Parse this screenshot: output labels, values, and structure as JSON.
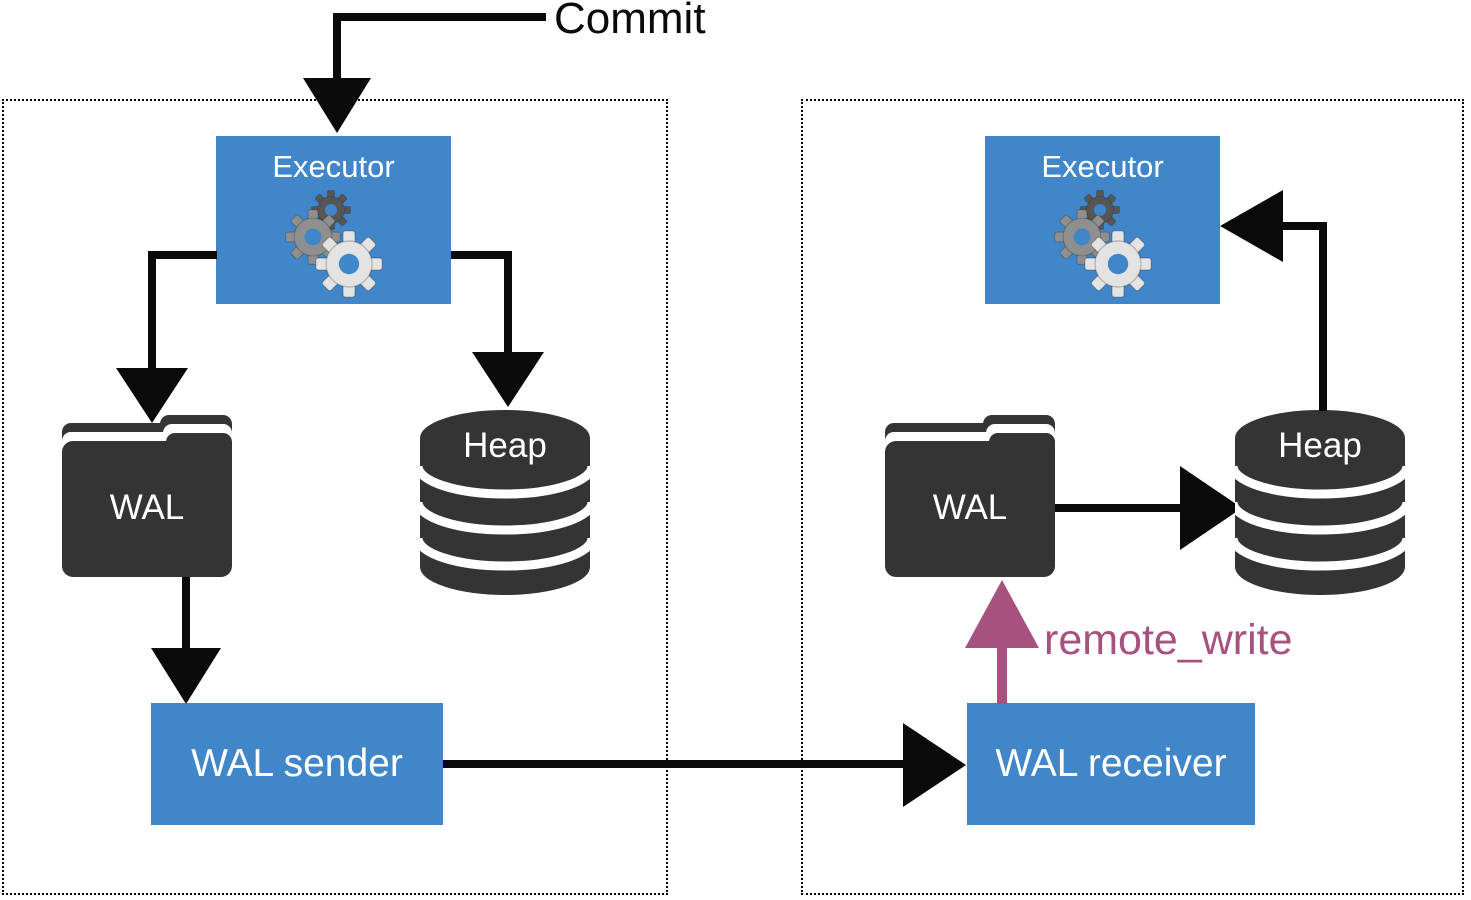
{
  "labels": {
    "commit": "Commit",
    "remote_write": "remote_write"
  },
  "primary": {
    "executor": "Executor",
    "wal": "WAL",
    "heap": "Heap",
    "wal_sender": "WAL sender"
  },
  "replica": {
    "executor": "Executor",
    "wal": "WAL",
    "heap": "Heap",
    "wal_receiver": "WAL receiver"
  },
  "colors": {
    "box_blue": "#4086C8",
    "icon_dark": "#343434",
    "remote_write_purple": "#A7527E",
    "arrow_black": "#0a0a0a"
  }
}
